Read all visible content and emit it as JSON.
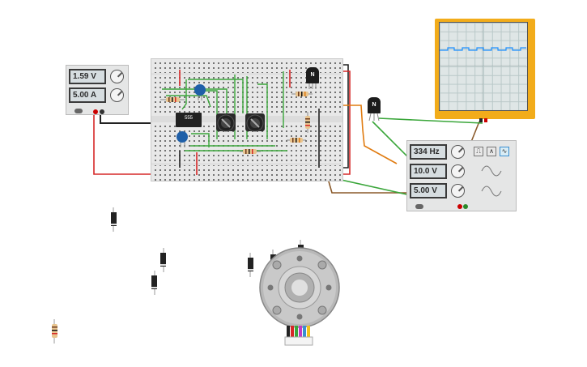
{
  "power_supply": {
    "voltage_display": "1.59 V",
    "current_display": "5.00 A"
  },
  "function_generator": {
    "frequency_display": "334 Hz",
    "amplitude_display": "10.0 V",
    "offset_display": "5.00 V"
  },
  "breadboard": {
    "ic_label": "555"
  },
  "transistors": [
    {
      "label": "N"
    },
    {
      "label": "N"
    }
  ],
  "oscilloscope": {
    "trace_color": "#1e90ff",
    "frame_color": "#f2ac1a"
  },
  "wire_colors": {
    "red": "#d62828",
    "black": "#222222",
    "green": "#3aa63a",
    "orange": "#e07b10",
    "brown": "#8b5a2b"
  }
}
